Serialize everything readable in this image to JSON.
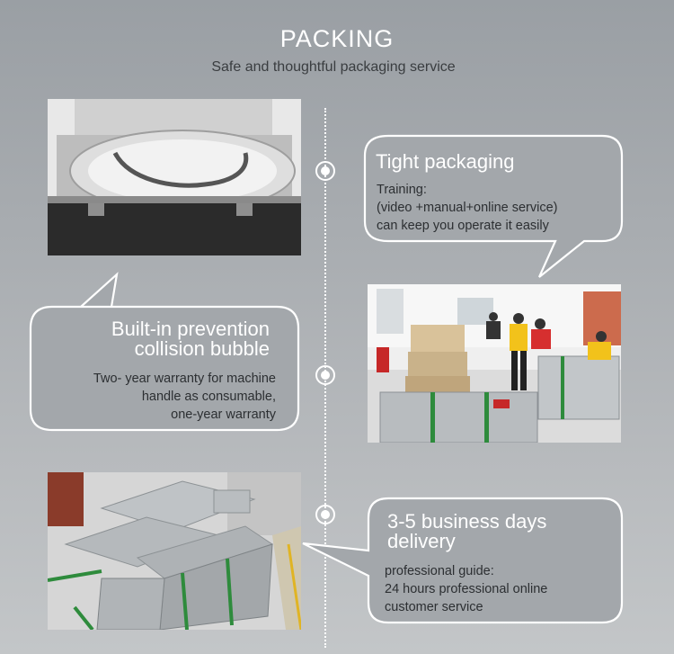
{
  "header": {
    "title": "PACKING",
    "subtitle": "Safe and thoughtful packaging service"
  },
  "items": [
    {
      "heading": "Tight packaging",
      "body": [
        "Training:",
        "(video +manual+online service)",
        "can keep you operate it easily"
      ]
    },
    {
      "heading": [
        "Built-in prevention",
        "collision bubble"
      ],
      "body": [
        "Two- year warranty for machine",
        "handle as consumable,",
        "one-year warranty"
      ]
    },
    {
      "heading": [
        "3-5 business days",
        "delivery"
      ],
      "body": [
        "professional guide:",
        "24 hours professional online",
        "customer service"
      ]
    }
  ],
  "colors": {
    "background_top": "#9a9fa4",
    "background_bottom": "#c3c6c8",
    "bubble_fill": "#a3a7ab",
    "text_dark": "#2c2f32"
  }
}
